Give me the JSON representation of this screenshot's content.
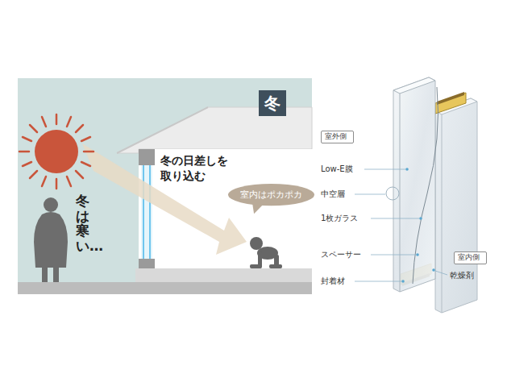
{
  "diagram": {
    "nodes": [
      {
        "text": [
          "冬"
        ]
      },
      {
        "text": [
          "室内はポカポカ"
        ]
      },
      {
        "text": [
          "室外側"
        ]
      },
      {
        "text": [
          "室内側"
        ]
      }
    ],
    "labels": [
      "冬の日差しを 取り込む",
      "冬は寒い…",
      "Low-E膜",
      "中空層",
      "1枚ガラス",
      "スペーサー",
      "封着材",
      "乾燥剤"
    ]
  }
}
